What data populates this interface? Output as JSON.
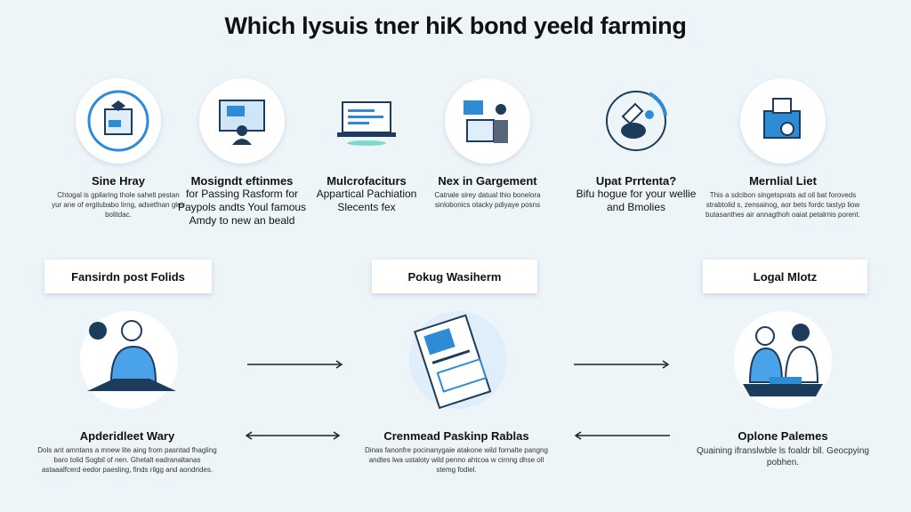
{
  "title": "Which lysuis tner hiK bond yeeld farming",
  "top_items": [
    {
      "title": "Sine Hray",
      "body": "Chtogal is gpilaring thole sahelt pestan yur ane of ergitubabo lirng, adsetfnan gleir bolitdac.",
      "icon": "document-shield-icon"
    },
    {
      "title": "Mosigndt eftinmes",
      "body": "for Passing Rasform for Paypols andts Youl famous Amdy to new an beald",
      "icon": "monitor-person-icon"
    },
    {
      "title": "Mulcrofaciturs",
      "body": "Appartical Pachiation Slecents fex",
      "icon": "laptop-icon"
    },
    {
      "title": "Nex in Gargement",
      "body": "Catnale sirey datual thio bonelora sinlobonics otacky pdiyaye posns",
      "icon": "people-building-icon"
    },
    {
      "title": "Upat Prrtenta?",
      "body": "Bifu hogue for your wellie and Bmolies",
      "icon": "hand-coin-icon"
    },
    {
      "title": "Mernlial Liet",
      "body": "This a sdcibon singetsprats ad oil bat foroveds strabtolid s, zensainog, aor bets fordc tastyp liow butasanthes air annagthoh oaiat petalrnis porent.",
      "icon": "tablet-chart-icon"
    }
  ],
  "sections": [
    {
      "label": "Fansirdn post Folids",
      "title": "Apderidleet Wary",
      "body": "Dols ant amntans a mnew lite aing from pasntad fhagling baro tolid Sogbil of nen. Ghetalt eadranaltanas astaaalfcerd eedor paesling, finds rilgg and aondrides.",
      "icon": "two-people-laptop-illustration"
    },
    {
      "label": "Pokug Wasiherm",
      "title": "Crenmead Paskinp Rablas",
      "body": "Dinas fanonfre pocinanygaie atakone wild fornalte pangng andtes lwa ustaloty wild penno ahtcoa w cirnng dhse oll stemg fodiel.",
      "icon": "document-card-illustration"
    },
    {
      "label": "Logal Mlotz",
      "title": "Oplone Palemes",
      "body": "Quaining ifranslwble ls foaldr bll. Geocpying pobhen.",
      "icon": "couple-desk-illustration"
    }
  ],
  "colors": {
    "accent": "#2e8bd6",
    "background": "#eef5f9"
  }
}
